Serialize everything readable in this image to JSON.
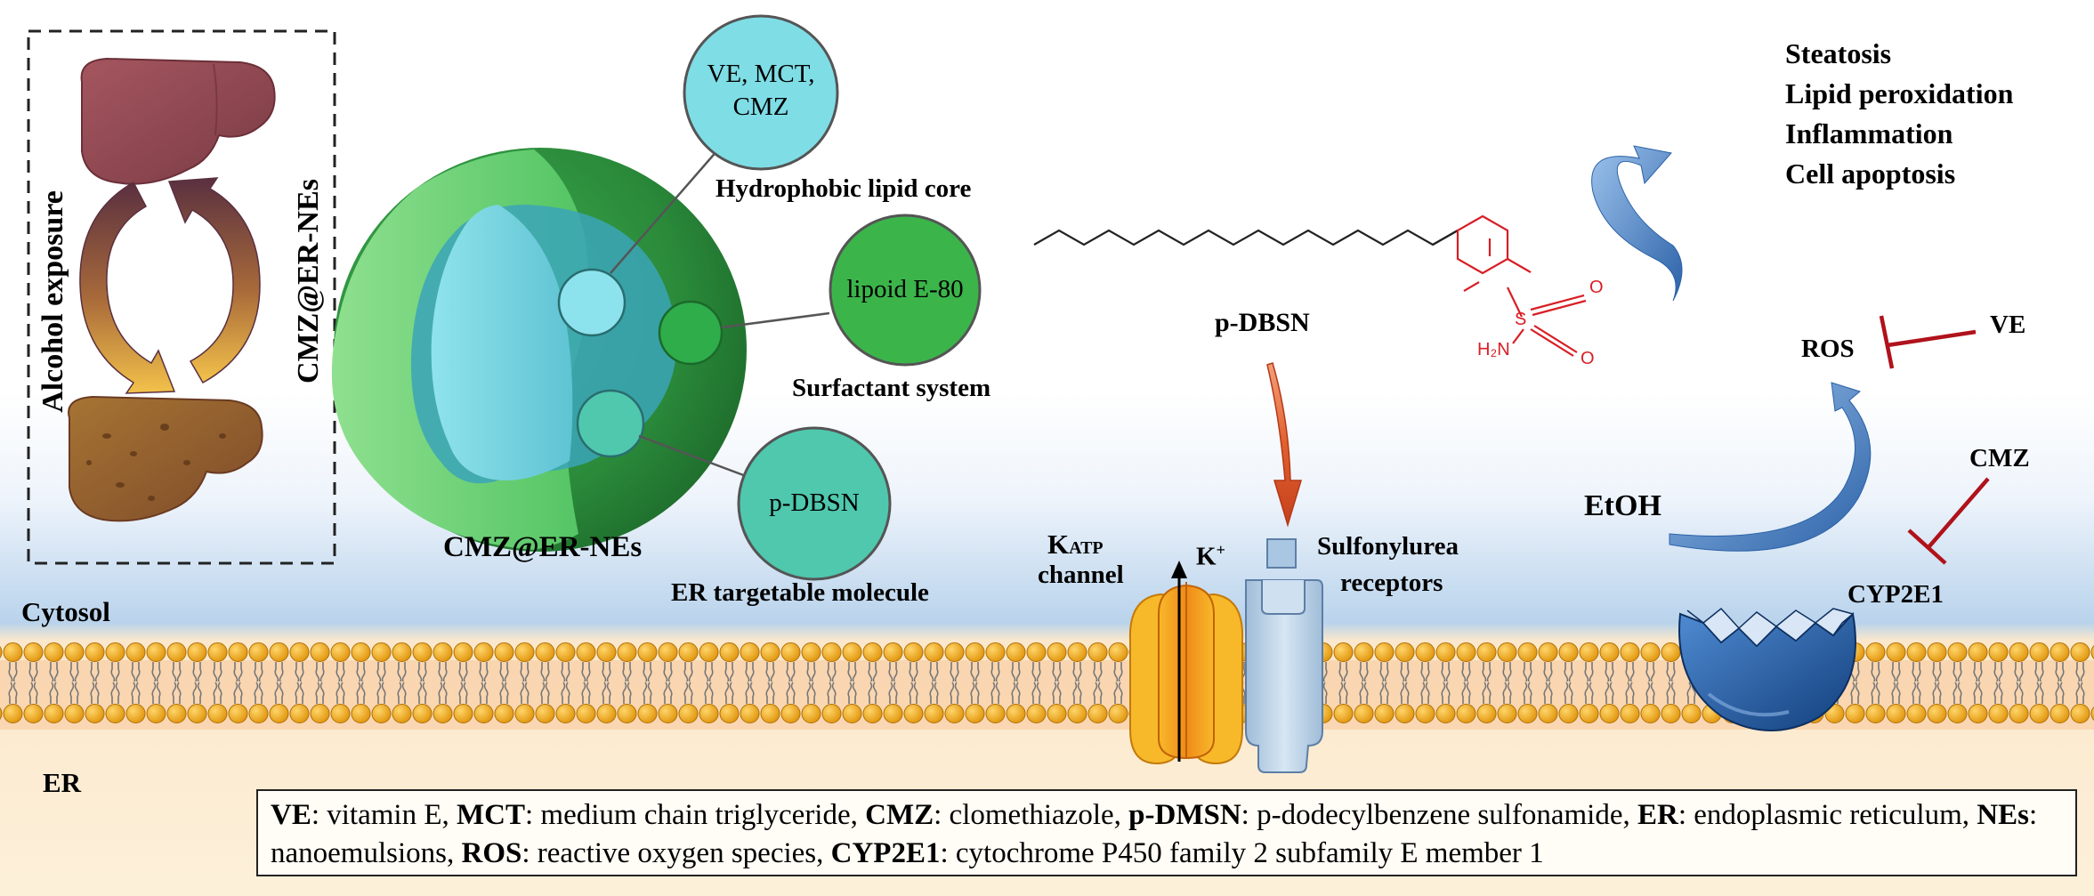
{
  "liver_panel": {
    "left_label": "Alcohol exposure",
    "right_label": "CMZ@ER-NEs"
  },
  "nanoemulsion": {
    "name": "CMZ@ER-NEs",
    "callouts": [
      {
        "bubble": "VE, MCT, CMZ",
        "bubble_lines": [
          "VE, MCT,",
          "CMZ"
        ],
        "caption": "Hydrophobic lipid core"
      },
      {
        "bubble": "lipoid E-80",
        "caption": "Surfactant system"
      },
      {
        "bubble": "p-DBSN",
        "caption": "ER targetable molecule"
      }
    ]
  },
  "molecule": {
    "name": "p-DBSN",
    "atoms": {
      "o1": "O",
      "o2": "O",
      "s": "S",
      "nh2": "H₂N"
    }
  },
  "membrane": {
    "top_label": "Cytosol",
    "bottom_label": "ER",
    "katp_label_line1": "KATP",
    "katp_label_line2": "channel",
    "ion_label": "K+",
    "receptor_label_line1": "Sulfonylurea",
    "receptor_label_line2": "receptors"
  },
  "pathway": {
    "outcomes": [
      "Steatosis",
      "Lipid peroxidation",
      "Inflammation",
      "Cell apoptosis"
    ],
    "ros": "ROS",
    "ve": "VE",
    "cmz": "CMZ",
    "etoh": "EtOH",
    "enzyme": "CYP2E1"
  },
  "legend": {
    "entries": [
      {
        "abbr": "VE",
        "text": ": vitamin E, "
      },
      {
        "abbr": "MCT",
        "text": ": medium chain triglyceride, "
      },
      {
        "abbr": "CMZ",
        "text": ": clomethiazole, "
      },
      {
        "abbr": "p-DMSN",
        "text": ": p-dodecylbenzene sulfonamide, "
      },
      {
        "abbr": "ER",
        "text": ": endoplasmic reticulum, "
      },
      {
        "abbr": "NEs",
        "text": ": nanoemulsions, "
      },
      {
        "abbr": "ROS",
        "text": ": reactive oxygen species, "
      },
      {
        "abbr": "CYP2E1",
        "text": ": cytochrome P450 family 2 subfamily E member 1"
      }
    ]
  },
  "colors": {
    "liver_healthy": "#9b4f58",
    "liver_damaged": "#a8692f",
    "nanoemulsion_shell": "#2e8b3e",
    "core": "#7fd9e3",
    "lipid_head": "#f0a81a",
    "inhibition": "#b0121b",
    "enzyme": "#1f5d9e",
    "molecule_ring": "#d81e25"
  }
}
